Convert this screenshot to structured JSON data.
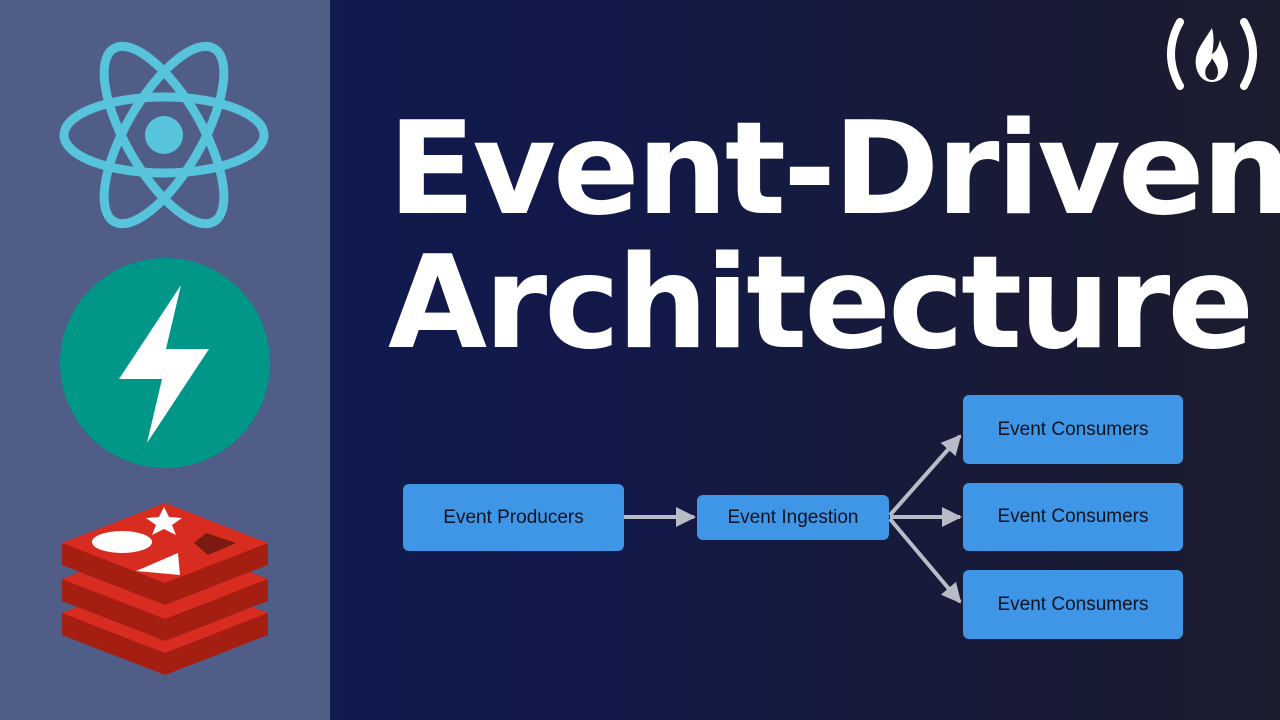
{
  "title": {
    "line1": "Event-Driven",
    "line2": "Architecture"
  },
  "diagram": {
    "producer": "Event Producers",
    "ingestion": "Event Ingestion",
    "consumers": [
      "Event Consumers",
      "Event Consumers",
      "Event Consumers"
    ]
  },
  "icons": {
    "react": "react-logo-icon",
    "fastapi": "fastapi-logo-icon",
    "redis": "redis-logo-icon",
    "brand": "freecodecamp-logo-icon"
  },
  "colors": {
    "node": "#3f95e6",
    "arrow": "#b8bcc6",
    "react": "#58c4dc",
    "fastapi": "#009688",
    "redis": "#d82c20",
    "sidebar": "#4f5d87"
  }
}
